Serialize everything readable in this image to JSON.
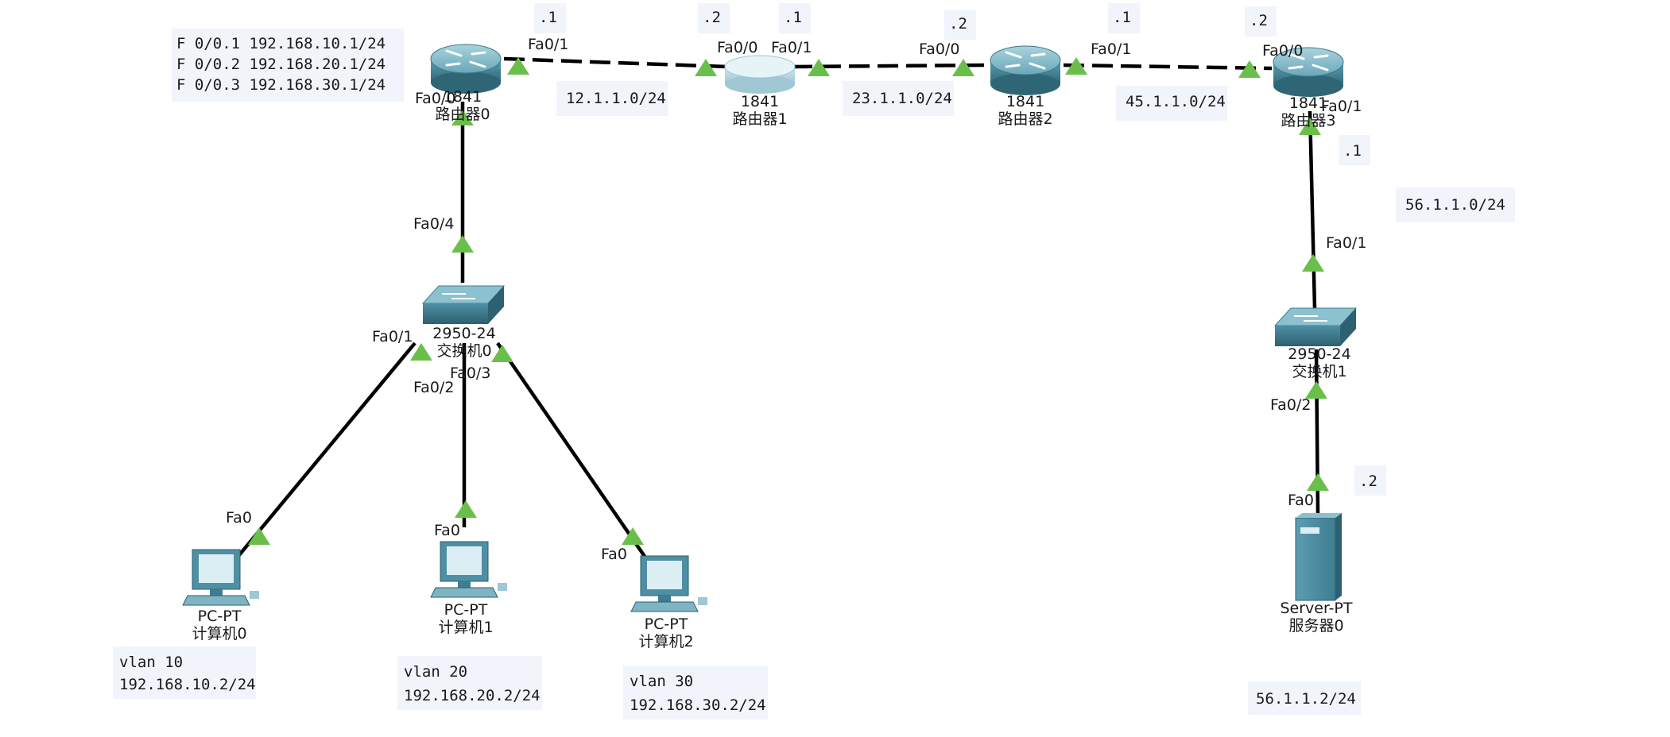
{
  "notes": {
    "router0_subifs": [
      "F  0/0.1  192.168.10.1/24",
      "F  0/0.2  192.168.20.1/24",
      "F  0/0.3  192.168.30.1/24"
    ],
    "pc0": [
      "vlan  10",
      "192.168.10.2/24"
    ],
    "pc1": [
      "vlan  20",
      "192.168.20.2/24"
    ],
    "pc2": [
      "vlan  30",
      "192.168.30.2/24"
    ],
    "server": "56.1.1.2/24"
  },
  "networks": {
    "n12": "12.1.1.0/24",
    "n23": "23.1.1.0/24",
    "n45": "45.1.1.0/24",
    "n56": "56.1.1.0/24"
  },
  "hosts": {
    "r0_fa01": ".1",
    "r1_fa00": ".2",
    "r1_fa01": ".1",
    "r2_fa00": ".2",
    "r2_fa01": ".1",
    "r3_fa00": ".2",
    "r3_fa01": ".1",
    "srv": ".2"
  },
  "ports": {
    "fa0_0": "Fa0/0",
    "fa0_1": "Fa0/1",
    "fa0_2": "Fa0/2",
    "fa0_3": "Fa0/3",
    "fa0_4": "Fa0/4",
    "fa0": "Fa0"
  },
  "devices": {
    "r0": {
      "model": "1841",
      "name": "路由器0"
    },
    "r1": {
      "model": "1841",
      "name": "路由器1"
    },
    "r2": {
      "model": "1841",
      "name": "路由器2"
    },
    "r3": {
      "model": "1841",
      "name": "路由器3"
    },
    "sw0": {
      "model": "2950-24",
      "name": "交换机0"
    },
    "sw1": {
      "model": "2950-24",
      "name": "交换机1"
    },
    "pc0": {
      "model": "PC-PT",
      "name": "计算机0"
    },
    "pc1": {
      "model": "PC-PT",
      "name": "计算机1"
    },
    "pc2": {
      "model": "PC-PT",
      "name": "计算机2"
    },
    "srv0": {
      "model": "Server-PT",
      "name": "服务器0"
    }
  },
  "colors": {
    "link": "#000000",
    "port_indicator": "#6abf4b",
    "device_teal": "#4f8fa4",
    "note_bg": "#f2f4fb"
  }
}
